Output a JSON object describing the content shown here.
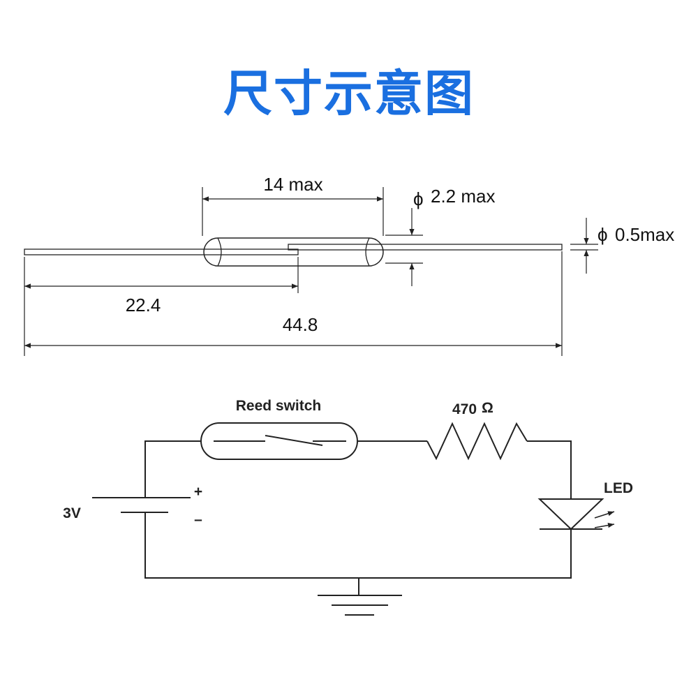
{
  "title": "尺寸示意图",
  "dimensions": {
    "glass_length": "14 max",
    "glass_diameter": "2.2 max",
    "lead_diameter": "0.5max",
    "diameter_symbol": "ϕ",
    "half_length": "22.4",
    "total_length": "44.8"
  },
  "circuit": {
    "switch_label": "Reed switch",
    "resistor_value": "470",
    "resistor_unit": "Ω",
    "led_label": "LED",
    "battery_voltage": "3V",
    "plus": "+",
    "minus": "–"
  }
}
